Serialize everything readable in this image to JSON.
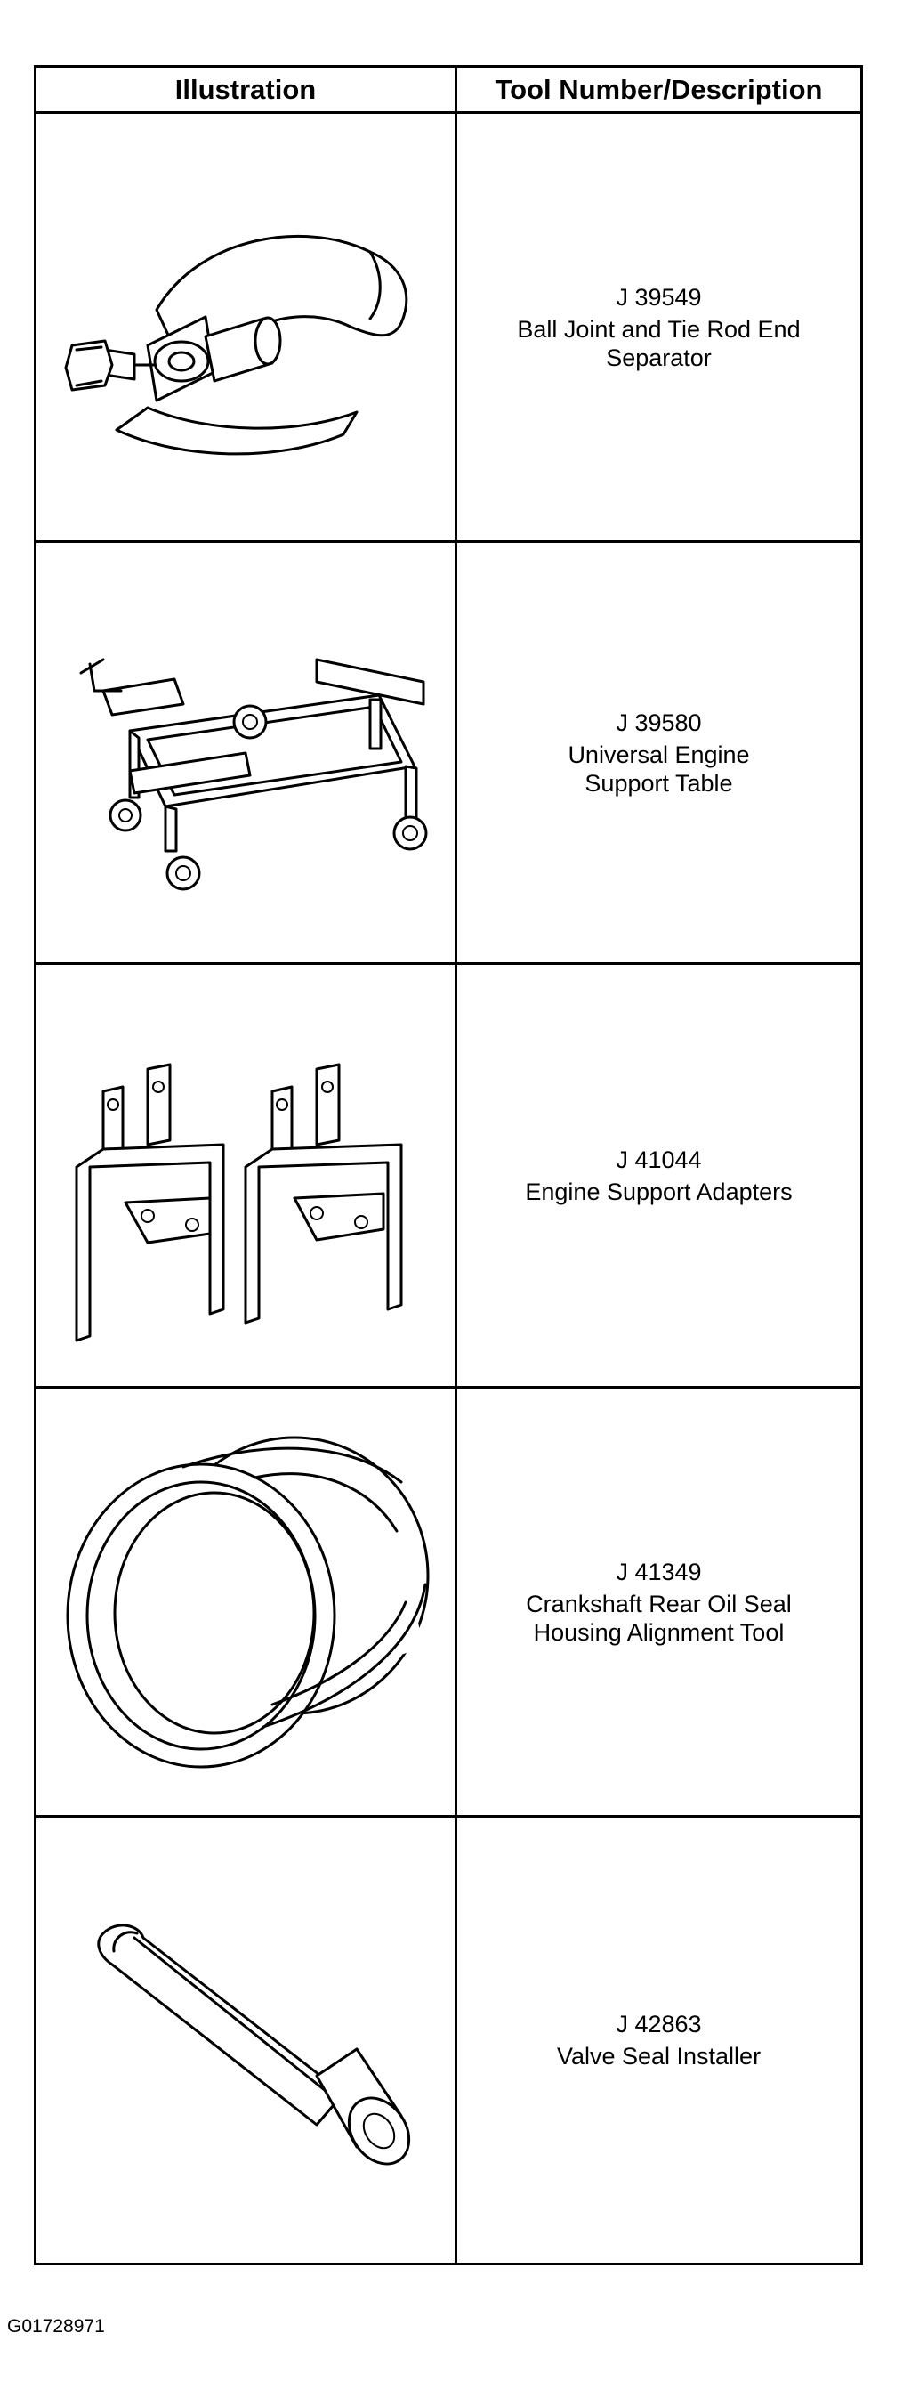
{
  "table": {
    "header": {
      "illustration": "Illustration",
      "description": "Tool Number/Description"
    },
    "rows": [
      {
        "number": "J 39549",
        "description": "Ball Joint and Tie Rod End\nSeparator",
        "icon": "ball-joint-separator-icon"
      },
      {
        "number": "J 39580",
        "description": "Universal Engine\nSupport Table",
        "icon": "engine-support-table-icon"
      },
      {
        "number": "J 41044",
        "description": "Engine Support Adapters",
        "icon": "engine-support-adapters-icon"
      },
      {
        "number": "J 41349",
        "description": "Crankshaft Rear Oil Seal\nHousing Alignment Tool",
        "icon": "seal-alignment-ring-icon"
      },
      {
        "number": "J 42863",
        "description": "Valve Seal Installer",
        "icon": "valve-seal-installer-icon"
      }
    ]
  },
  "caption": "G01728971"
}
